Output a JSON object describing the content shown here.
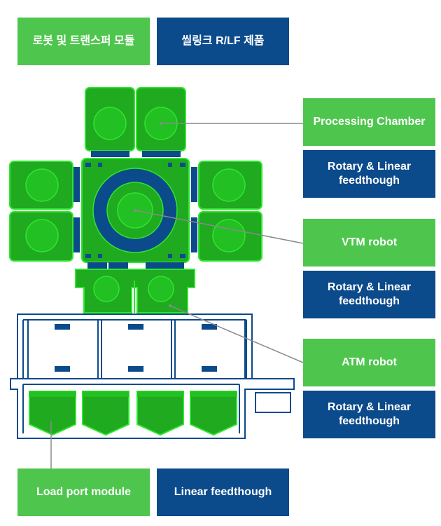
{
  "legend": {
    "robot_module_label": "로봇 및 트랜스퍼 모듈",
    "rlf_product_label": "씰링크 R/LF 제품"
  },
  "callouts": {
    "processing_chamber": "Processing Chamber",
    "rotary_linear_1": "Rotary & Linear feedthough",
    "vtm_robot": "VTM robot",
    "rotary_linear_2": "Rotary & Linear feedthough",
    "atm_robot": "ATM robot",
    "rotary_linear_3": "Rotary & Linear feedthough",
    "load_port_module": "Load port module",
    "linear_feedthough": "Linear feedthough"
  },
  "colors": {
    "module_green": "#4ec64e",
    "product_blue": "#0b4a8b",
    "equipment_green": "#1faa1f",
    "equipment_border": "#2ee62e",
    "leader_line": "#8a8a8a"
  }
}
